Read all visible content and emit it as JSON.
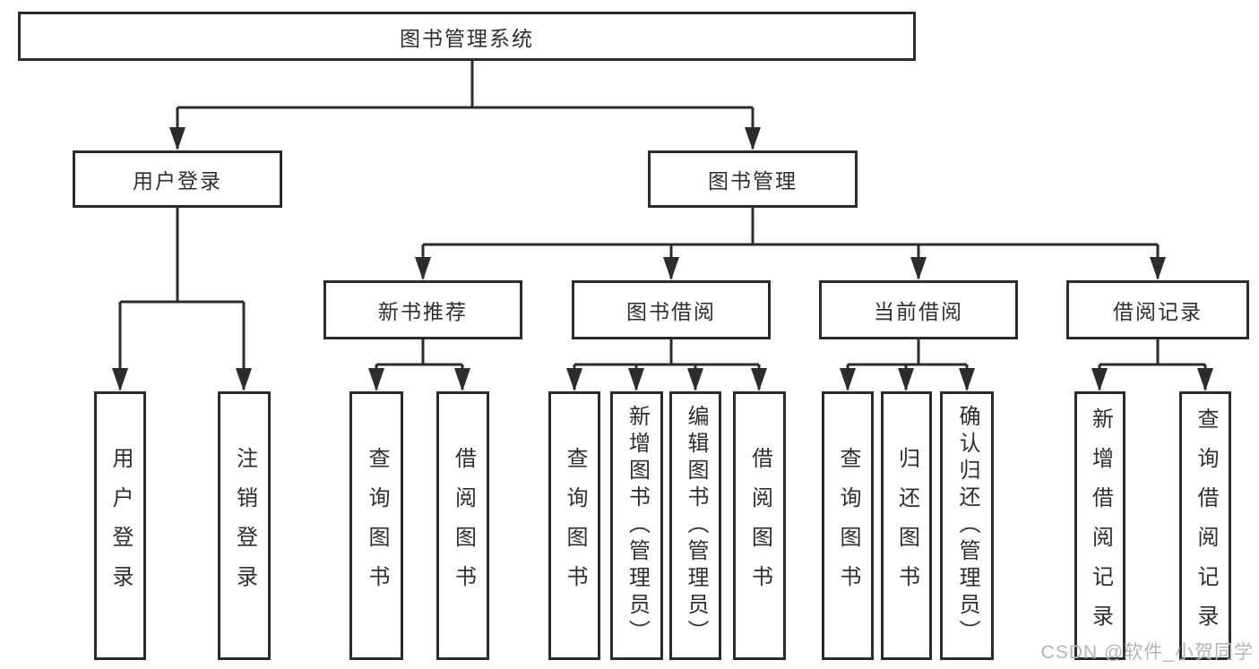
{
  "tree": {
    "label": "图书管理系统",
    "children": [
      {
        "label": "用户登录",
        "children": [
          {
            "label": "用户登录"
          },
          {
            "label": "注销登录"
          }
        ]
      },
      {
        "label": "图书管理",
        "children": [
          {
            "label": "新书推荐",
            "children": [
              {
                "label": "查询图书"
              },
              {
                "label": "借阅图书"
              }
            ]
          },
          {
            "label": "图书借阅",
            "children": [
              {
                "label": "查询图书"
              },
              {
                "label": "新增图书（管理员）"
              },
              {
                "label": "编辑图书（管理员）"
              },
              {
                "label": "借阅图书"
              }
            ]
          },
          {
            "label": "当前借阅",
            "children": [
              {
                "label": "查询图书"
              },
              {
                "label": "归还图书"
              },
              {
                "label": "确认归还（管理员）"
              }
            ]
          },
          {
            "label": "借阅记录",
            "children": [
              {
                "label": "新增借阅记录"
              },
              {
                "label": "查询借阅记录"
              }
            ]
          }
        ]
      }
    ]
  },
  "watermark": {
    "text": "CSDN @软件_小贺同学"
  },
  "colors": {
    "line": "#2c2c2c",
    "box_border": "#2c2c2c",
    "text": "#2e2e2e",
    "watermark": "#b4b4b4",
    "background": "#ffffff"
  }
}
